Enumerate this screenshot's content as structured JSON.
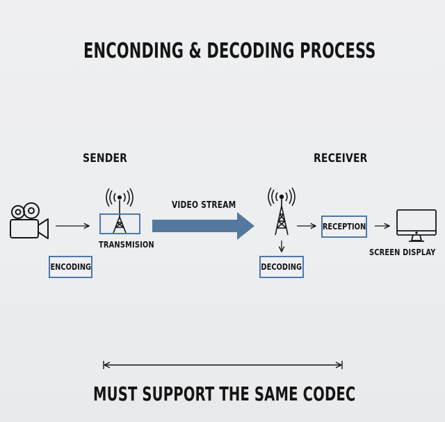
{
  "title": "ENCONDING & DECODING PROCESS",
  "sender": {
    "label": "SENDER",
    "transmision_label": "TRANSMISION",
    "encoding_label": "ENCODING"
  },
  "stream": {
    "label": "VIDEO STREAM"
  },
  "receiver": {
    "label": "RECEIVER",
    "decoding_label": "DECODING",
    "reception_label": "RECEPTION",
    "screen_label": "SCREEN DISPLAY"
  },
  "footer": "MUST SUPPORT THE SAME CODEC",
  "colors": {
    "accent": "#4e78a6",
    "stream_arrow": "#55799e",
    "ink": "#151515"
  },
  "icons": {
    "source": "video-camera-icon",
    "sender_tower": "broadcast-tower-icon",
    "receiver_tower": "antenna-tower-icon",
    "display": "monitor-icon"
  }
}
